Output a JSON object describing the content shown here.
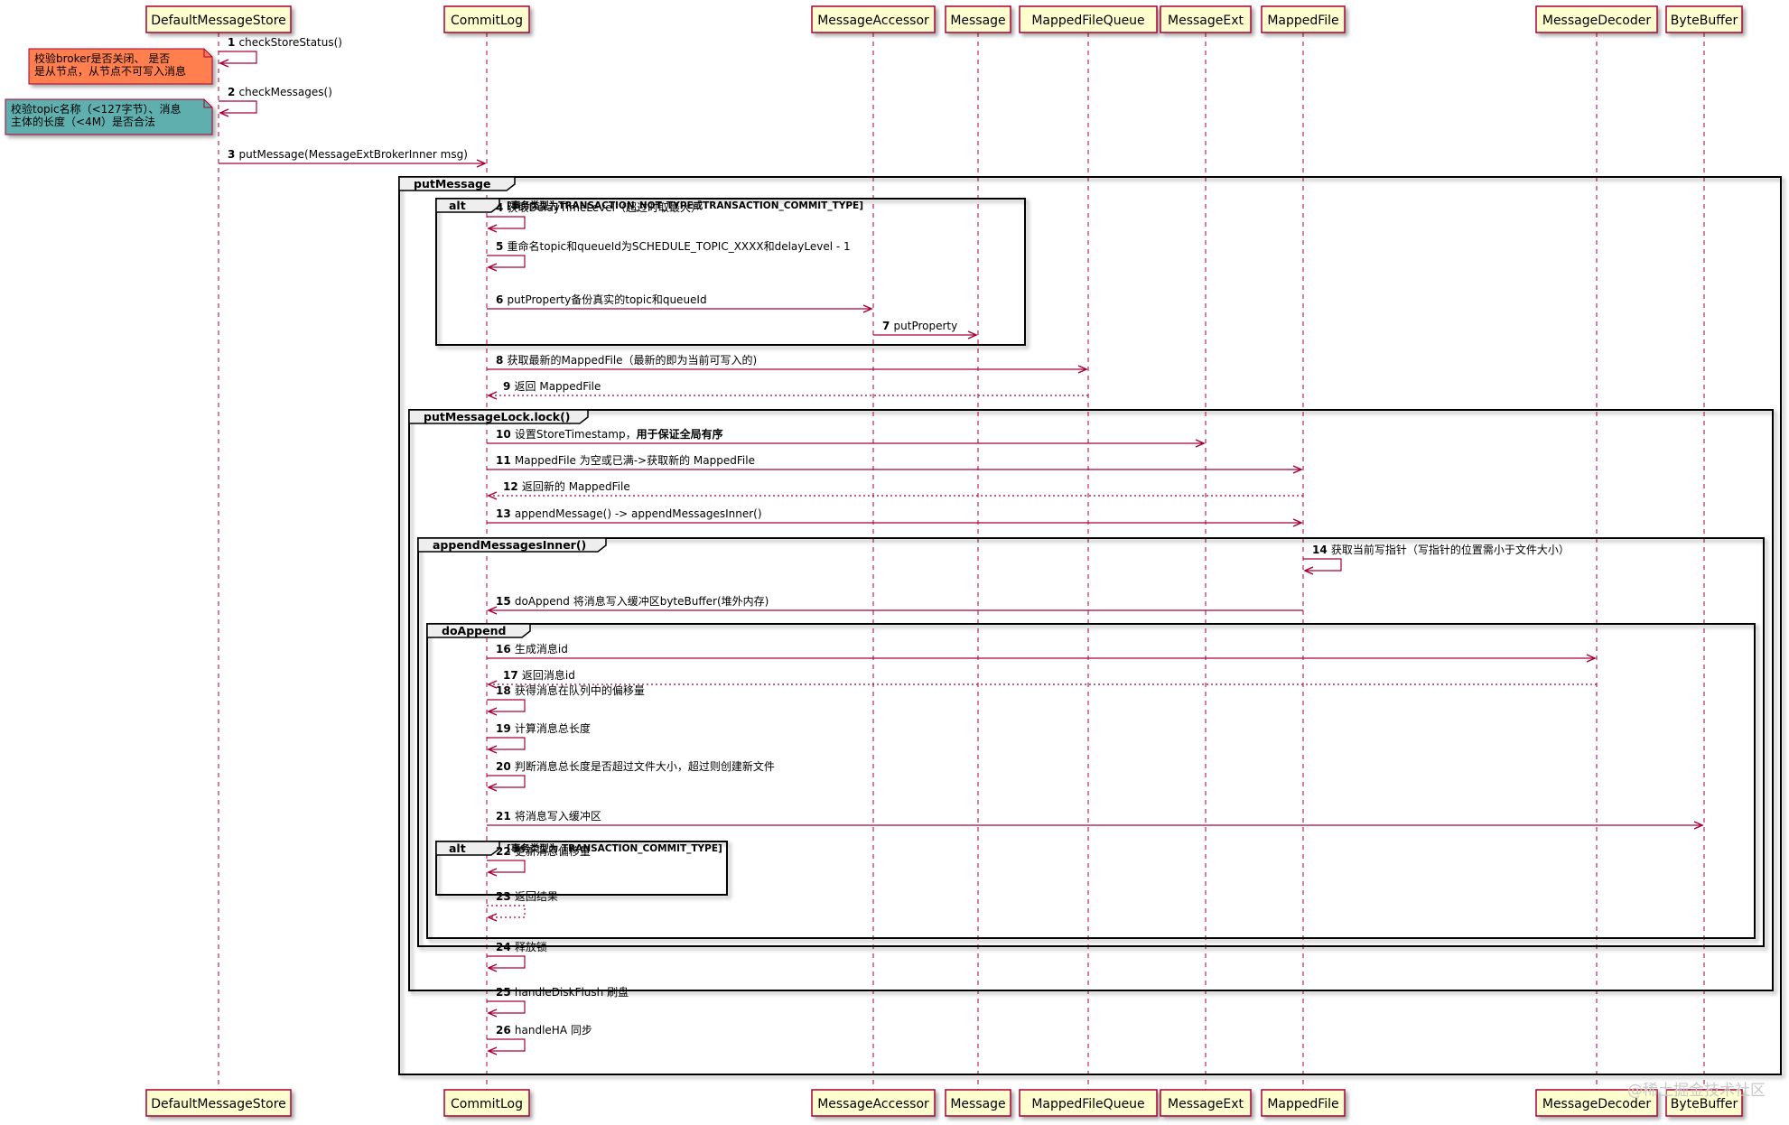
{
  "colors": {
    "participant_fill": "#FEFECE",
    "participant_border": "#A80036",
    "lifeline": "#A80036",
    "arrow": "#A80036",
    "note_orange": "#FF7F50",
    "note_teal": "#5FAFAF",
    "frame_border": "#000000",
    "frame_label_fill": "#EEEEEE"
  },
  "participants": [
    {
      "name": "DefaultMessageStore"
    },
    {
      "name": "CommitLog"
    },
    {
      "name": "MessageAccessor"
    },
    {
      "name": "Message"
    },
    {
      "name": "MappedFileQueue"
    },
    {
      "name": "MessageExt"
    },
    {
      "name": "MappedFile"
    },
    {
      "name": "MessageDecoder"
    },
    {
      "name": "ByteBuffer"
    }
  ],
  "notes": [
    {
      "lines": [
        "校验broker是否关闭、 是否",
        "是从节点，从节点不可写入消息"
      ],
      "color": "orange"
    },
    {
      "lines": [
        "校验topic名称（<127字节）、消息",
        "主体的长度（<4M）是否合法"
      ],
      "color": "teal"
    }
  ],
  "messages": [
    {
      "num": "1",
      "text": "checkStoreStatus()"
    },
    {
      "num": "2",
      "text": "checkMessages()"
    },
    {
      "num": "3",
      "text": "putMessage(MessageExtBrokerInner msg)"
    },
    {
      "num": "4",
      "text": "获取DelayTimeLevel（超过时取最大）"
    },
    {
      "num": "5",
      "text": "重命名topic和queueId为SCHEDULE_TOPIC_XXXX和delayLevel - 1"
    },
    {
      "num": "6",
      "text": "putProperty备份真实的topic和queueId"
    },
    {
      "num": "7",
      "text": "putProperty"
    },
    {
      "num": "8",
      "text": "获取最新的MappedFile（最新的即为当前可写入的)"
    },
    {
      "num": "9",
      "text": "返回 MappedFile"
    },
    {
      "num": "10",
      "text": "设置StoreTimestamp，",
      "bold_suffix": "用于保证全局有序"
    },
    {
      "num": "11",
      "text": "MappedFile 为空或已满->获取新的 MappedFile"
    },
    {
      "num": "12",
      "text": "返回新的 MappedFile"
    },
    {
      "num": "13",
      "text": "appendMessage() -> appendMessagesInner()"
    },
    {
      "num": "14",
      "text": "获取当前写指针（写指针的位置需小于文件大小）"
    },
    {
      "num": "15",
      "text": "doAppend 将消息写入缓冲区byteBuffer(堆外内存)"
    },
    {
      "num": "16",
      "text": "生成消息id"
    },
    {
      "num": "17",
      "text": "返回消息id"
    },
    {
      "num": "18",
      "text": "获得消息在队列中的偏移量"
    },
    {
      "num": "19",
      "text": "计算消息总长度"
    },
    {
      "num": "20",
      "text": "判断消息总长度是否超过文件大小，超过则创建新文件"
    },
    {
      "num": "21",
      "text": "将消息写入缓冲区"
    },
    {
      "num": "22",
      "text": "更新消息偏移量"
    },
    {
      "num": "23",
      "text": "返回结果"
    },
    {
      "num": "24",
      "text": "释放锁"
    },
    {
      "num": "25",
      "text": "handleDiskFlush 刷盘"
    },
    {
      "num": "26",
      "text": "handleHA 同步"
    }
  ],
  "frames": [
    {
      "label": "putMessage"
    },
    {
      "label": "alt",
      "guard": "[事务类型为TRANSACTION_NOT_TYPE或TRANSACTION_COMMIT_TYPE]"
    },
    {
      "label": "putMessageLock.lock()"
    },
    {
      "label": "appendMessagesInner()"
    },
    {
      "label": "doAppend"
    },
    {
      "label": "alt",
      "guard": "[事务类型为 TRANSACTION_COMMIT_TYPE]"
    }
  ],
  "watermark": "@稀土掘金技术社区"
}
